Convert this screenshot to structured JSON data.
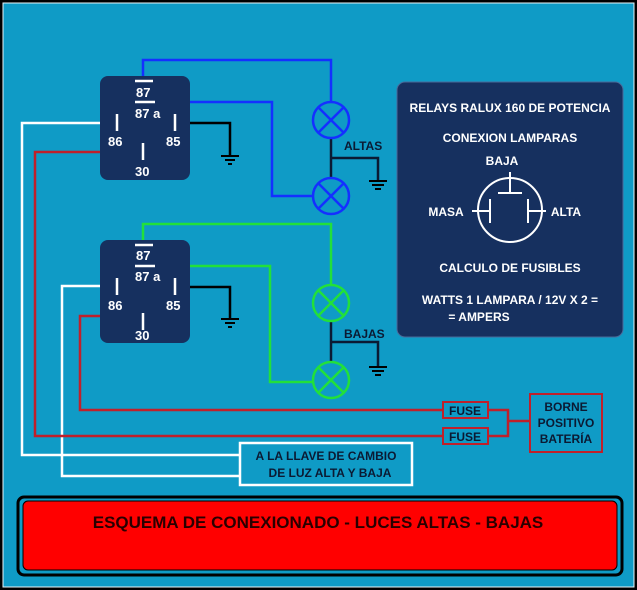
{
  "relays": [
    {
      "pins": {
        "p87": "87",
        "p87a": "87 a",
        "p86": "86",
        "p85": "85",
        "p30": "30"
      }
    },
    {
      "pins": {
        "p87": "87",
        "p87a": "87 a",
        "p86": "86",
        "p85": "85",
        "p30": "30"
      }
    }
  ],
  "lamp_groups": {
    "high": "ALTAS",
    "low": "BAJAS"
  },
  "info": {
    "line1": "RELAYS RALUX 160 DE POTENCIA",
    "line2": "CONEXION  LAMPARAS",
    "baja": "BAJA",
    "masa": "MASA",
    "alta": "ALTA",
    "calc_title": "CALCULO DE FUSIBLES",
    "formula1": "WATTS 1 LAMPARA  / 12V X 2 =",
    "formula2": "= AMPERS"
  },
  "fuses": [
    "FUSE",
    "FUSE"
  ],
  "battery": {
    "l1": "BORNE",
    "l2": "POSITIVO",
    "l3": "BATERÍA"
  },
  "switch_note": {
    "l1": "A LA LLAVE DE CAMBIO",
    "l2": "DE LUZ ALTA Y BAJA"
  },
  "title": "ESQUEMA DE CONEXIONADO  -  LUCES ALTAS  -  BAJAS",
  "colors": {
    "background": "#0f9bc6",
    "panel": "#16305f",
    "high_wire": "#1430ff",
    "low_wire": "#22e03a",
    "power_wire": "#c0202a",
    "title_bar": "#ff0000"
  }
}
